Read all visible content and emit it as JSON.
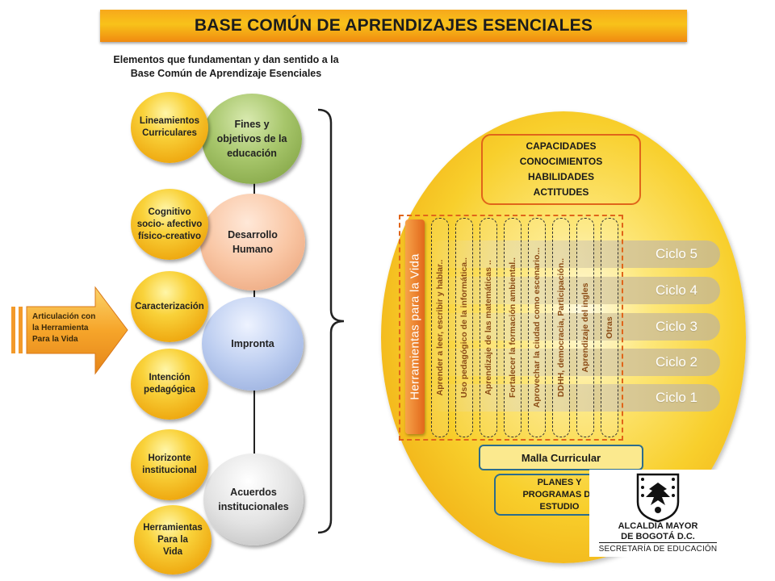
{
  "title": "BASE COMÚN DE APRENDIZAJES ESENCIALES",
  "subtitle": [
    "Elementos que fundamentan y dan sentido a la",
    "Base Común de Aprendizaje Esenciales"
  ],
  "left_arrow": [
    "Articulación con",
    "la Herramienta",
    "Para la Vida"
  ],
  "gold_circles": [
    [
      "Lineamientos",
      "Curriculares"
    ],
    [
      "Cognitivo",
      "socio- afectivo",
      "físico-creativo"
    ],
    [
      "Caracterización"
    ],
    [
      "Intención",
      "pedagógica"
    ],
    [
      "Horizonte",
      "institucional"
    ],
    [
      "Herramientas",
      "Para la",
      "Vida"
    ]
  ],
  "main_circles": [
    [
      "Fines y",
      "objetivos de la",
      "educación"
    ],
    [
      "Desarrollo",
      "Humano"
    ],
    [
      "Impronta"
    ],
    [
      "Acuerdos",
      "institucionales"
    ]
  ],
  "capacities": [
    "CAPACIDADES",
    "CONOCIMIENTOS",
    "HABILIDADES",
    "ACTITUDES"
  ],
  "tools_label": "Herramientas para la Vida",
  "tools": [
    "Aprender a leer, escribir y hablar..",
    "Uso pedagógico de la informática..",
    "Aprendizaje de las matemáticas ..",
    "Fortalecer la formación ambiental..",
    "Aprovechar la ciudad como escenario...",
    "DDHH, democracia, Participación..",
    "Aprendizaje del ingles",
    "Otras"
  ],
  "cycles": [
    "Ciclo 5",
    "Ciclo 4",
    "Ciclo 3",
    "Ciclo 2",
    "Ciclo 1"
  ],
  "malla": "Malla Curricular",
  "planes": [
    "PLANES Y",
    "PROGRAMAS DE",
    "ESTUDIO"
  ],
  "logo": {
    "line1": "ALCALDÍA MAYOR",
    "line2": "DE BOGOTÁ D.C.",
    "line3": "SECRETARÍA DE EDUCACIÓN"
  },
  "colors": {
    "title_bar": "#f8c21a",
    "orange_accent": "#e0651a",
    "teal_border": "#2c6d8c",
    "green_circle": "#a7c66b",
    "peach_circle": "#f9c6a4",
    "blue_circle": "#bccdf0",
    "gray_circle": "#e3e3e3"
  }
}
